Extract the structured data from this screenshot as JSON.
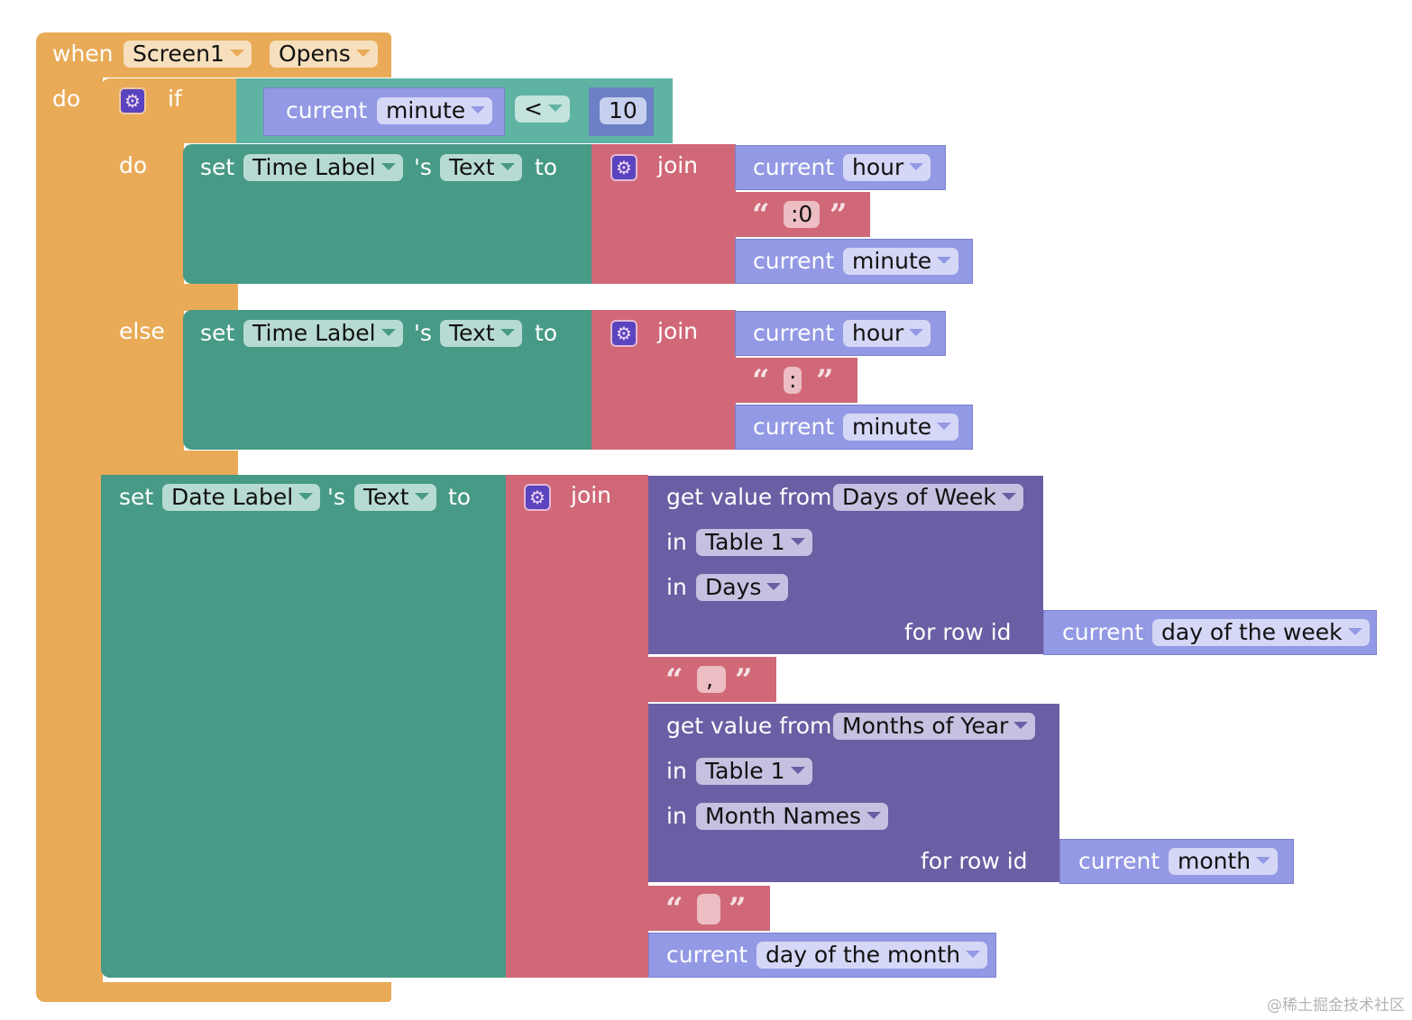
{
  "event": {
    "keyword_when": "when",
    "component": "Screen1",
    "event_name": "Opens",
    "keyword_do": "do"
  },
  "if_block": {
    "keyword_if": "if",
    "keyword_do": "do",
    "keyword_else": "else",
    "condition": {
      "left_keyword": "current",
      "left_field": "minute",
      "operator": "<",
      "right_value": "10"
    }
  },
  "then_set": {
    "keyword_set": "set",
    "component": "Time Label",
    "possessive": "'s",
    "property": "Text",
    "keyword_to": "to",
    "join_label": "join",
    "items": [
      {
        "keyword": "current",
        "field": "hour"
      },
      {
        "text": ":0"
      },
      {
        "keyword": "current",
        "field": "minute"
      }
    ]
  },
  "else_set": {
    "keyword_set": "set",
    "component": "Time Label",
    "possessive": "'s",
    "property": "Text",
    "keyword_to": "to",
    "join_label": "join",
    "items": [
      {
        "keyword": "current",
        "field": "hour"
      },
      {
        "text": ":"
      },
      {
        "keyword": "current",
        "field": "minute"
      }
    ]
  },
  "date_set": {
    "keyword_set": "set",
    "component": "Date Label",
    "possessive": "'s",
    "property": "Text",
    "keyword_to": "to",
    "join_label": "join",
    "get_days": {
      "label": "get value from",
      "source": "Days of Week",
      "in_label": "in",
      "table": "Table 1",
      "column": "Days",
      "row_label": "for row id",
      "row_keyword": "current",
      "row_field": "day of the week"
    },
    "sep1": ",",
    "get_months": {
      "label": "get value from",
      "source": "Months of Year",
      "in_label": "in",
      "table": "Table 1",
      "column": "Month Names",
      "row_label": "for row id",
      "row_keyword": "current",
      "row_field": "month"
    },
    "sep2": " ",
    "last": {
      "keyword": "current",
      "field": "day of the month"
    }
  },
  "quotes": {
    "open": "“",
    "close": "”"
  },
  "icons": {
    "gear": "⚙"
  },
  "colors": {
    "event": "#e9ab57",
    "setter": "#479a86",
    "compare": "#5fb3a3",
    "text": "#d06877",
    "current": "#9399e4",
    "table": "#6b5ea4",
    "number": "#6d80c6"
  },
  "watermark": "@稀土掘金技术社区"
}
